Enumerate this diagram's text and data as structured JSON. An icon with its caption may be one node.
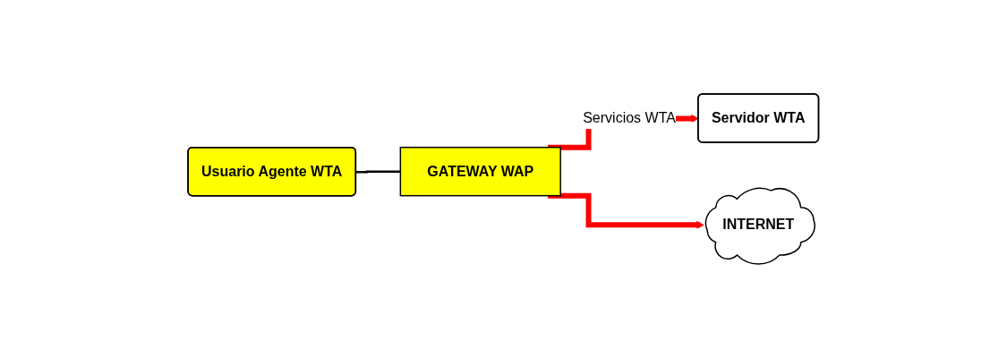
{
  "diagram": {
    "nodes": [
      {
        "text": [
          "Usuario Agente WTA"
        ]
      },
      {
        "text": [
          "GATEWAY WAP"
        ]
      },
      {
        "text": [
          "Servidor WTA"
        ]
      },
      {
        "text": [
          "INTERNET"
        ]
      }
    ],
    "edges": [
      {
        "from": 0,
        "to": 1,
        "arrow": "none",
        "color": "#000000"
      },
      {
        "from": 1,
        "to": 2,
        "arrow": "to",
        "label": "Servicios WTA"
      },
      {
        "from": 1,
        "to": 3,
        "arrow": "to"
      }
    ]
  }
}
